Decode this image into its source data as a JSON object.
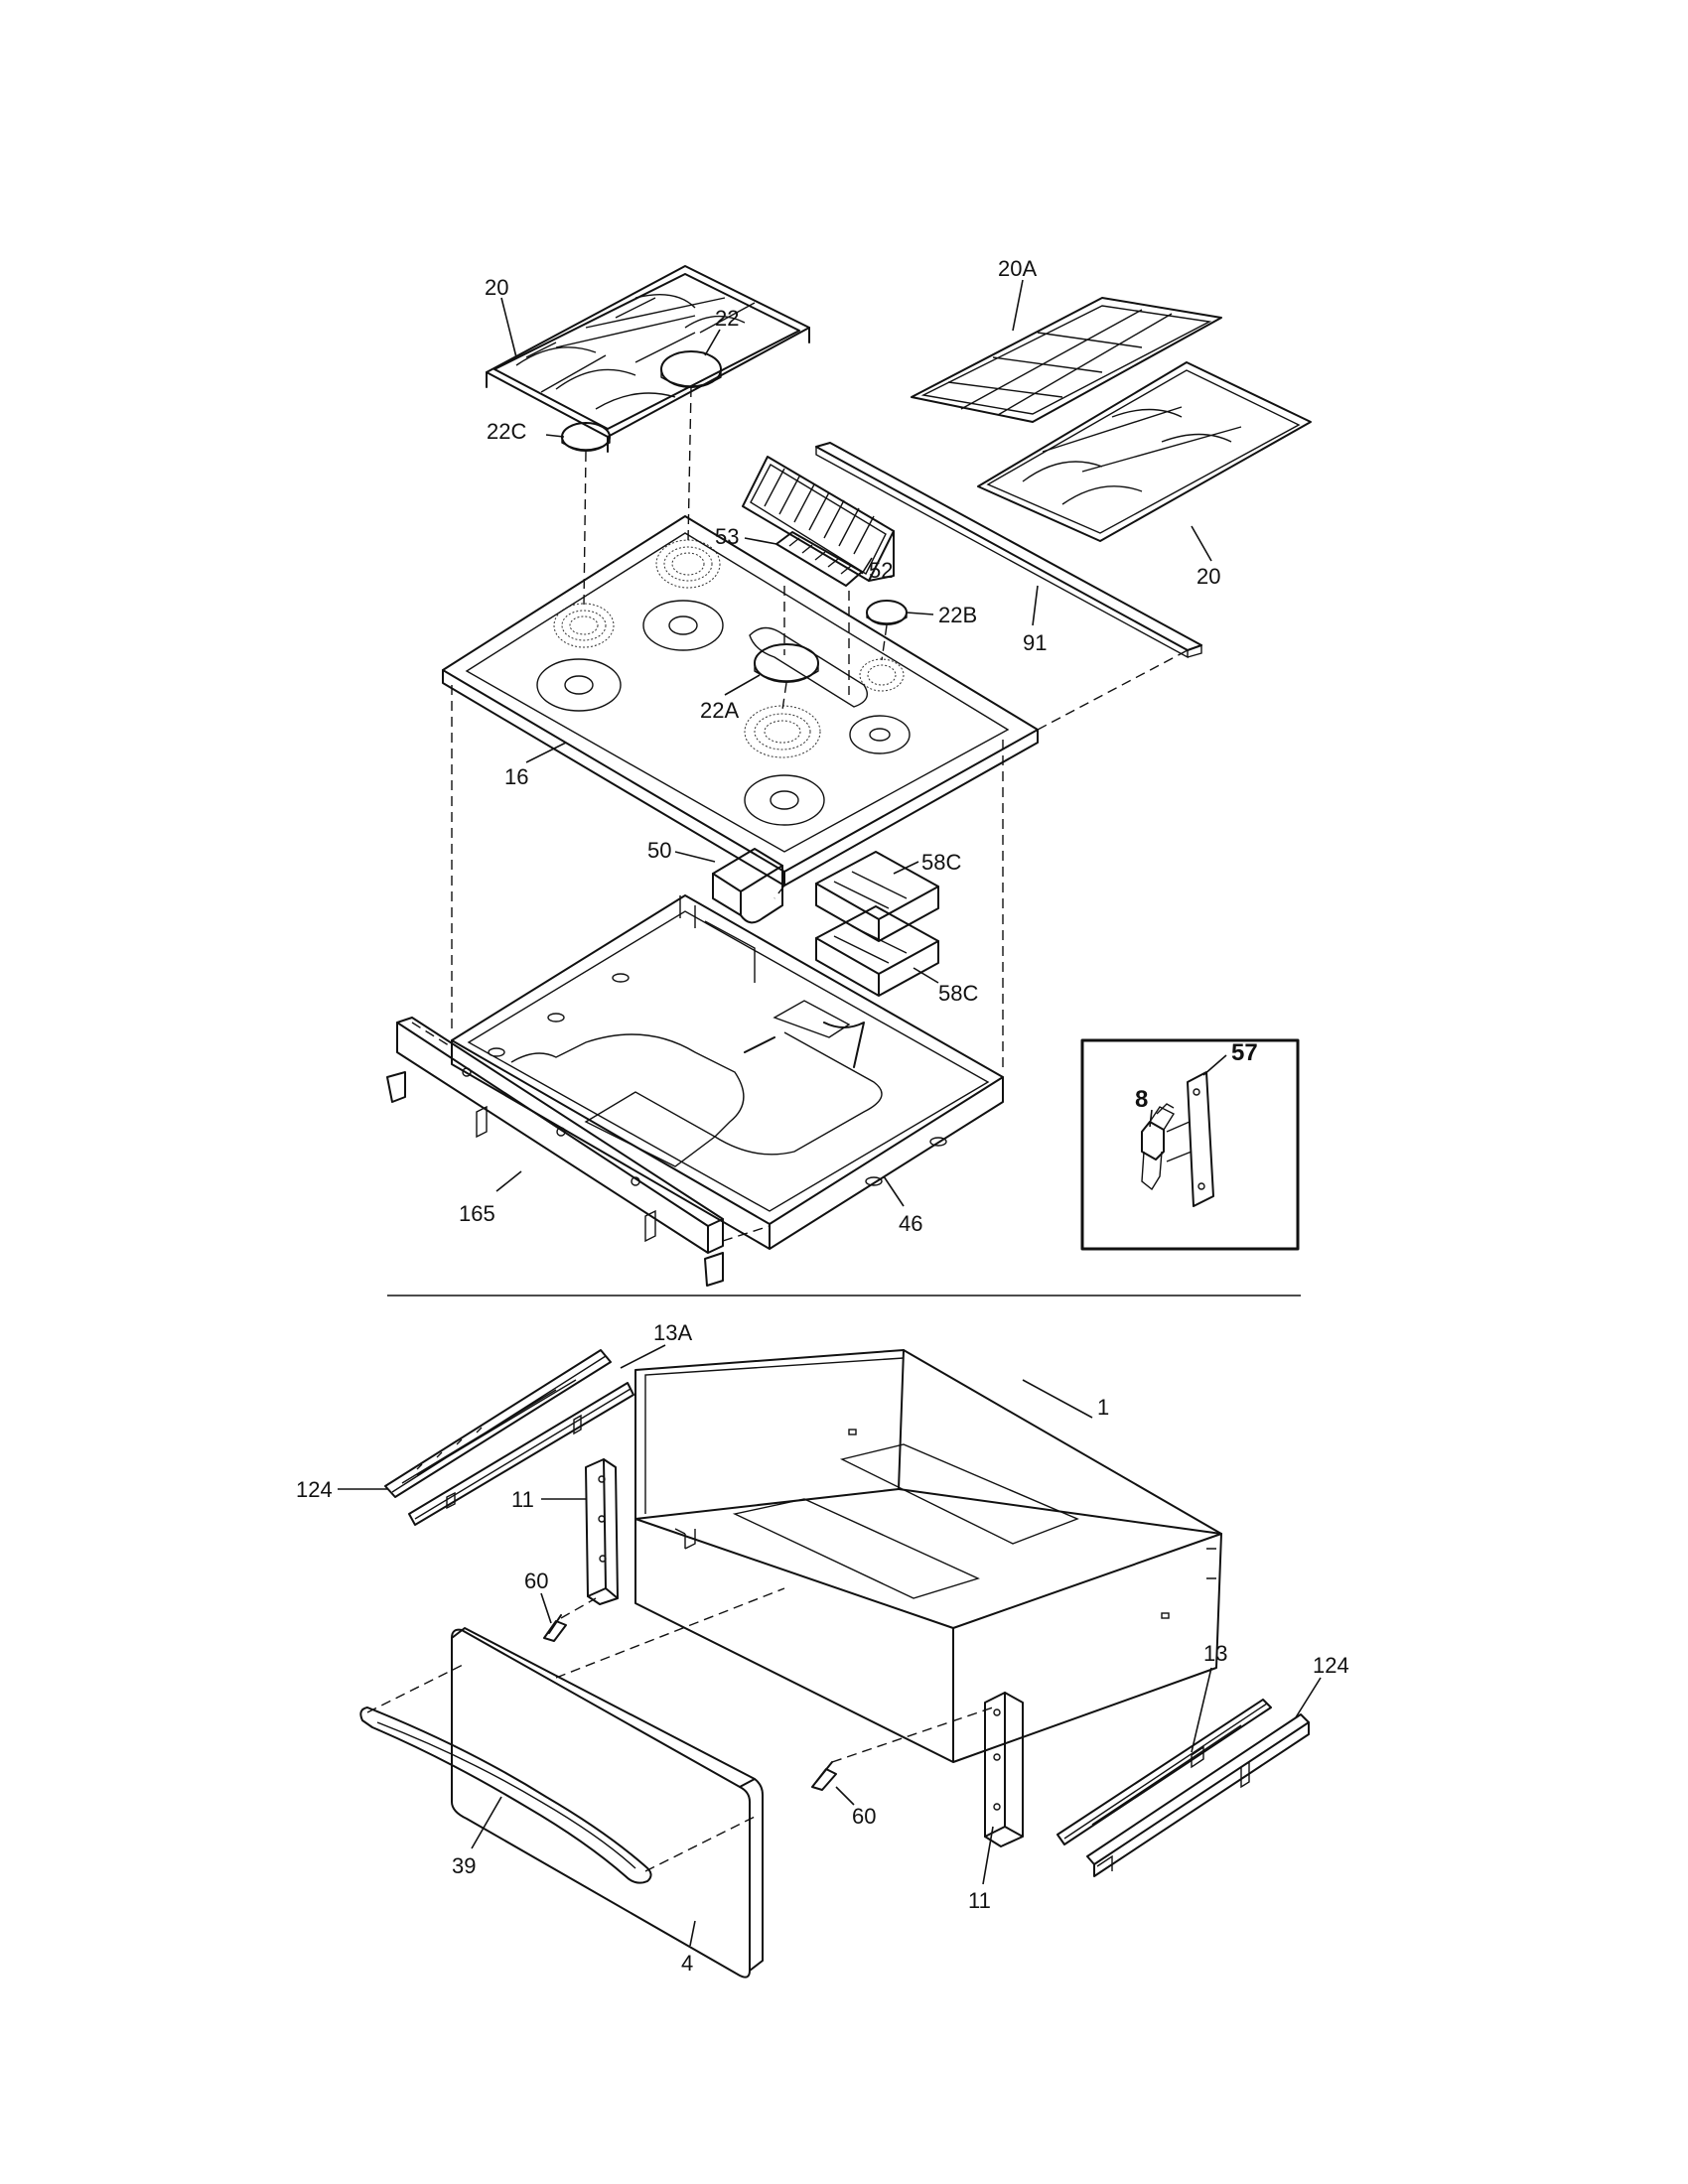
{
  "callouts": {
    "c20_left": "20",
    "c20a": "20A",
    "c22": "22",
    "c22c": "22C",
    "c53": "53",
    "c52": "52",
    "c20_right": "20",
    "c22b": "22B",
    "c91": "91",
    "c22a": "22A",
    "c16": "16",
    "c50": "50",
    "c58c_top": "58C",
    "c58c_bottom": "58C",
    "c165": "165",
    "c46": "46",
    "c8": "8",
    "c57": "57",
    "c13a": "13A",
    "c1": "1",
    "c124_left": "124",
    "c11_left": "11",
    "c60_left": "60",
    "c13": "13",
    "c124_right": "124",
    "c60_right": "60",
    "c39": "39",
    "c11_right": "11",
    "c4": "4"
  },
  "colors": {
    "line": "#111111",
    "background": "#ffffff"
  }
}
